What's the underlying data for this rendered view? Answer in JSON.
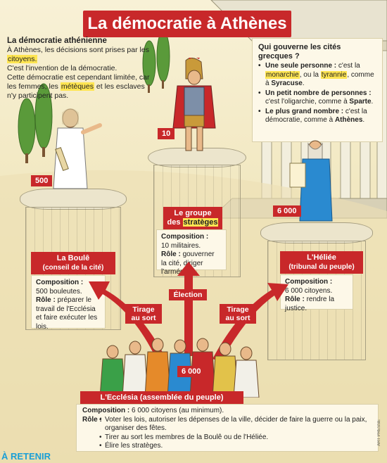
{
  "title": "La démocratie à Athènes",
  "intro": {
    "heading": "La démocratie athénienne",
    "line1": "À Athènes, les décisions sont prises par les ",
    "citoyens": "citoyens.",
    "line2": "C'est l'invention de la démocratie.",
    "line3": "Cette démocratie est cependant limitée, car les femmes, les ",
    "meteques": "métèques",
    "line4": " et les esclaves n'y participent pas."
  },
  "question": {
    "title": "Qui gouverne les cités grecques ?",
    "items": [
      {
        "lead": "Une seule personne :",
        "text_a": " c'est la ",
        "hl1": "monarchie",
        "text_b": ", ou la ",
        "hl2": "tyrannie",
        "text_c": ", comme à ",
        "place": "Syracuse",
        "end": "."
      },
      {
        "lead": "Un petit nombre de personnes :",
        "text_a": " c'est l'oligarchie, comme à ",
        "place": "Sparte",
        "end": "."
      },
      {
        "lead": "Le plus grand nombre :",
        "text_a": " c'est la démocratie, comme à ",
        "place": "Athènes",
        "end": "."
      }
    ]
  },
  "boule": {
    "count": "500",
    "label_line1": "La Boulê",
    "label_line2": "(conseil de la cité)",
    "composition_label": "Composition :",
    "composition": "500 bouleutes.",
    "role_label": "Rôle :",
    "role": "préparer le travail de l'Ecclésia et faire exécuter les lois."
  },
  "strateges": {
    "count": "10",
    "label_line1": "Le groupe",
    "label_line2a": "des ",
    "label_hl": "stratèges",
    "composition_label": "Composition :",
    "composition": "10 militaires.",
    "role_label": "Rôle :",
    "role": "gouverner la cité, diriger l'armée."
  },
  "heliee": {
    "count": "6 000",
    "label_line1": "L'Héliée",
    "label_line2": "(tribunal du peuple)",
    "composition_label": "Composition :",
    "composition": "6 000 citoyens.",
    "role_label": "Rôle :",
    "role": "rendre la justice."
  },
  "arrows": {
    "left": "Tirage au sort",
    "center": "Élection",
    "right": "Tirage au sort"
  },
  "ecclesia": {
    "count": "6 000",
    "label": "L'Ecclésia (assemblée du peuple)",
    "composition_label": "Composition :",
    "composition": "6 000 citoyens (au minimum).",
    "role_label": "Rôle :",
    "roles": [
      "Voter les lois, autoriser les dépenses de la ville, décider de faire la guerre ou la paix, organiser des fêtes.",
      "Tirer au sort les membres de la Boulê ou de l'Héliée.",
      "Élire les stratèges."
    ]
  },
  "footer": {
    "retenir": "À RETENIR",
    "credit": "ART PRESSE"
  },
  "colors": {
    "accent_red": "#c8282a",
    "highlight": "#ffe552",
    "retenir_blue": "#1a9fd6"
  }
}
